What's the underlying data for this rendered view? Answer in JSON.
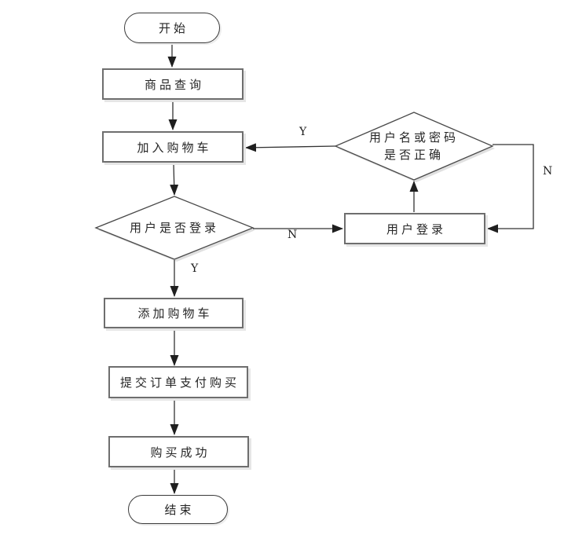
{
  "flowchart": {
    "nodes": {
      "start": {
        "label": "开始",
        "shape": "terminator"
      },
      "product_query": {
        "label": "商品查询",
        "shape": "process"
      },
      "add_to_cart": {
        "label": "加入购物车",
        "shape": "process"
      },
      "user_login_check": {
        "label": "用户是否登录",
        "shape": "decision"
      },
      "credential_check": {
        "label_line1": "用户名或密码",
        "label_line2": "是否正确",
        "shape": "decision"
      },
      "user_login": {
        "label": "用户登录",
        "shape": "process"
      },
      "add_cart_step": {
        "label": "添加购物车",
        "shape": "process"
      },
      "submit_order": {
        "label": "提交订单支付购买",
        "shape": "process"
      },
      "purchase_success": {
        "label": "购买成功",
        "shape": "process"
      },
      "end": {
        "label": "结束",
        "shape": "terminator"
      }
    },
    "edge_labels": {
      "login_yes": "Y",
      "login_no": "N",
      "credential_yes": "Y",
      "credential_no": "N"
    },
    "colors": {
      "background": "#ffffff",
      "line": "#333333",
      "arrowhead": "#1f1f1f",
      "node_border": "#6e6e6e",
      "node_fill": "#ffffff",
      "shadow": "#e6e6e6",
      "text": "#262626"
    }
  }
}
